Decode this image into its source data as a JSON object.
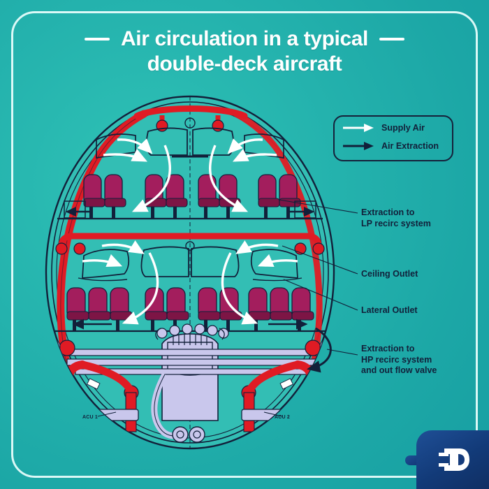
{
  "poster": {
    "title_line_1": "Air circulation in a typical",
    "title_line_2": "double-deck aircraft",
    "background_color": "#24b2ad",
    "frame_color": "#ebfffd"
  },
  "legend": {
    "items": [
      {
        "label": "Supply Air",
        "arrow_color": "#ffffff",
        "icon": "arrow-right-icon"
      },
      {
        "label": "Air Extraction",
        "arrow_color": "#12203a",
        "icon": "arrow-right-icon"
      }
    ]
  },
  "annotations": [
    {
      "id": "lp",
      "text": "Extraction to\nLP recirc system"
    },
    {
      "id": "ceiling",
      "text": "Ceiling Outlet"
    },
    {
      "id": "lateral",
      "text": "Lateral Outlet"
    },
    {
      "id": "hp",
      "text": "Extraction to\nHP recirc system\nand out flow valve"
    }
  ],
  "equipment_labels": [
    {
      "id": "acu1",
      "text": "ACU 1"
    },
    {
      "id": "acu2",
      "text": "ACU 2"
    }
  ],
  "diagram": {
    "type": "aircraft-cross-section",
    "colors": {
      "fuselage_outline": "#12203a",
      "supply_duct_red": "#e01b24",
      "supply_duct_red_dark": "#9e1016",
      "seat_magenta": "#a31e5d",
      "seat_magenta_dark": "#7d1545",
      "equipment_lavender": "#c9c7ec",
      "cabin_fill": "#33beb4",
      "supply_arrow": "#ffffff",
      "extraction_arrow": "#12203a"
    },
    "upper_deck": {
      "seat_groups": [
        2,
        2,
        2,
        2
      ],
      "seat_count": 8,
      "configuration": "2-2-2-2"
    },
    "lower_deck": {
      "seat_groups": [
        3,
        2,
        2,
        3
      ],
      "seat_count": 10,
      "configuration": "3-2-2-3"
    }
  },
  "logo": {
    "name": "brand-logo-icon",
    "background_color": "#163c7c",
    "mark_color": "#ffffff"
  }
}
